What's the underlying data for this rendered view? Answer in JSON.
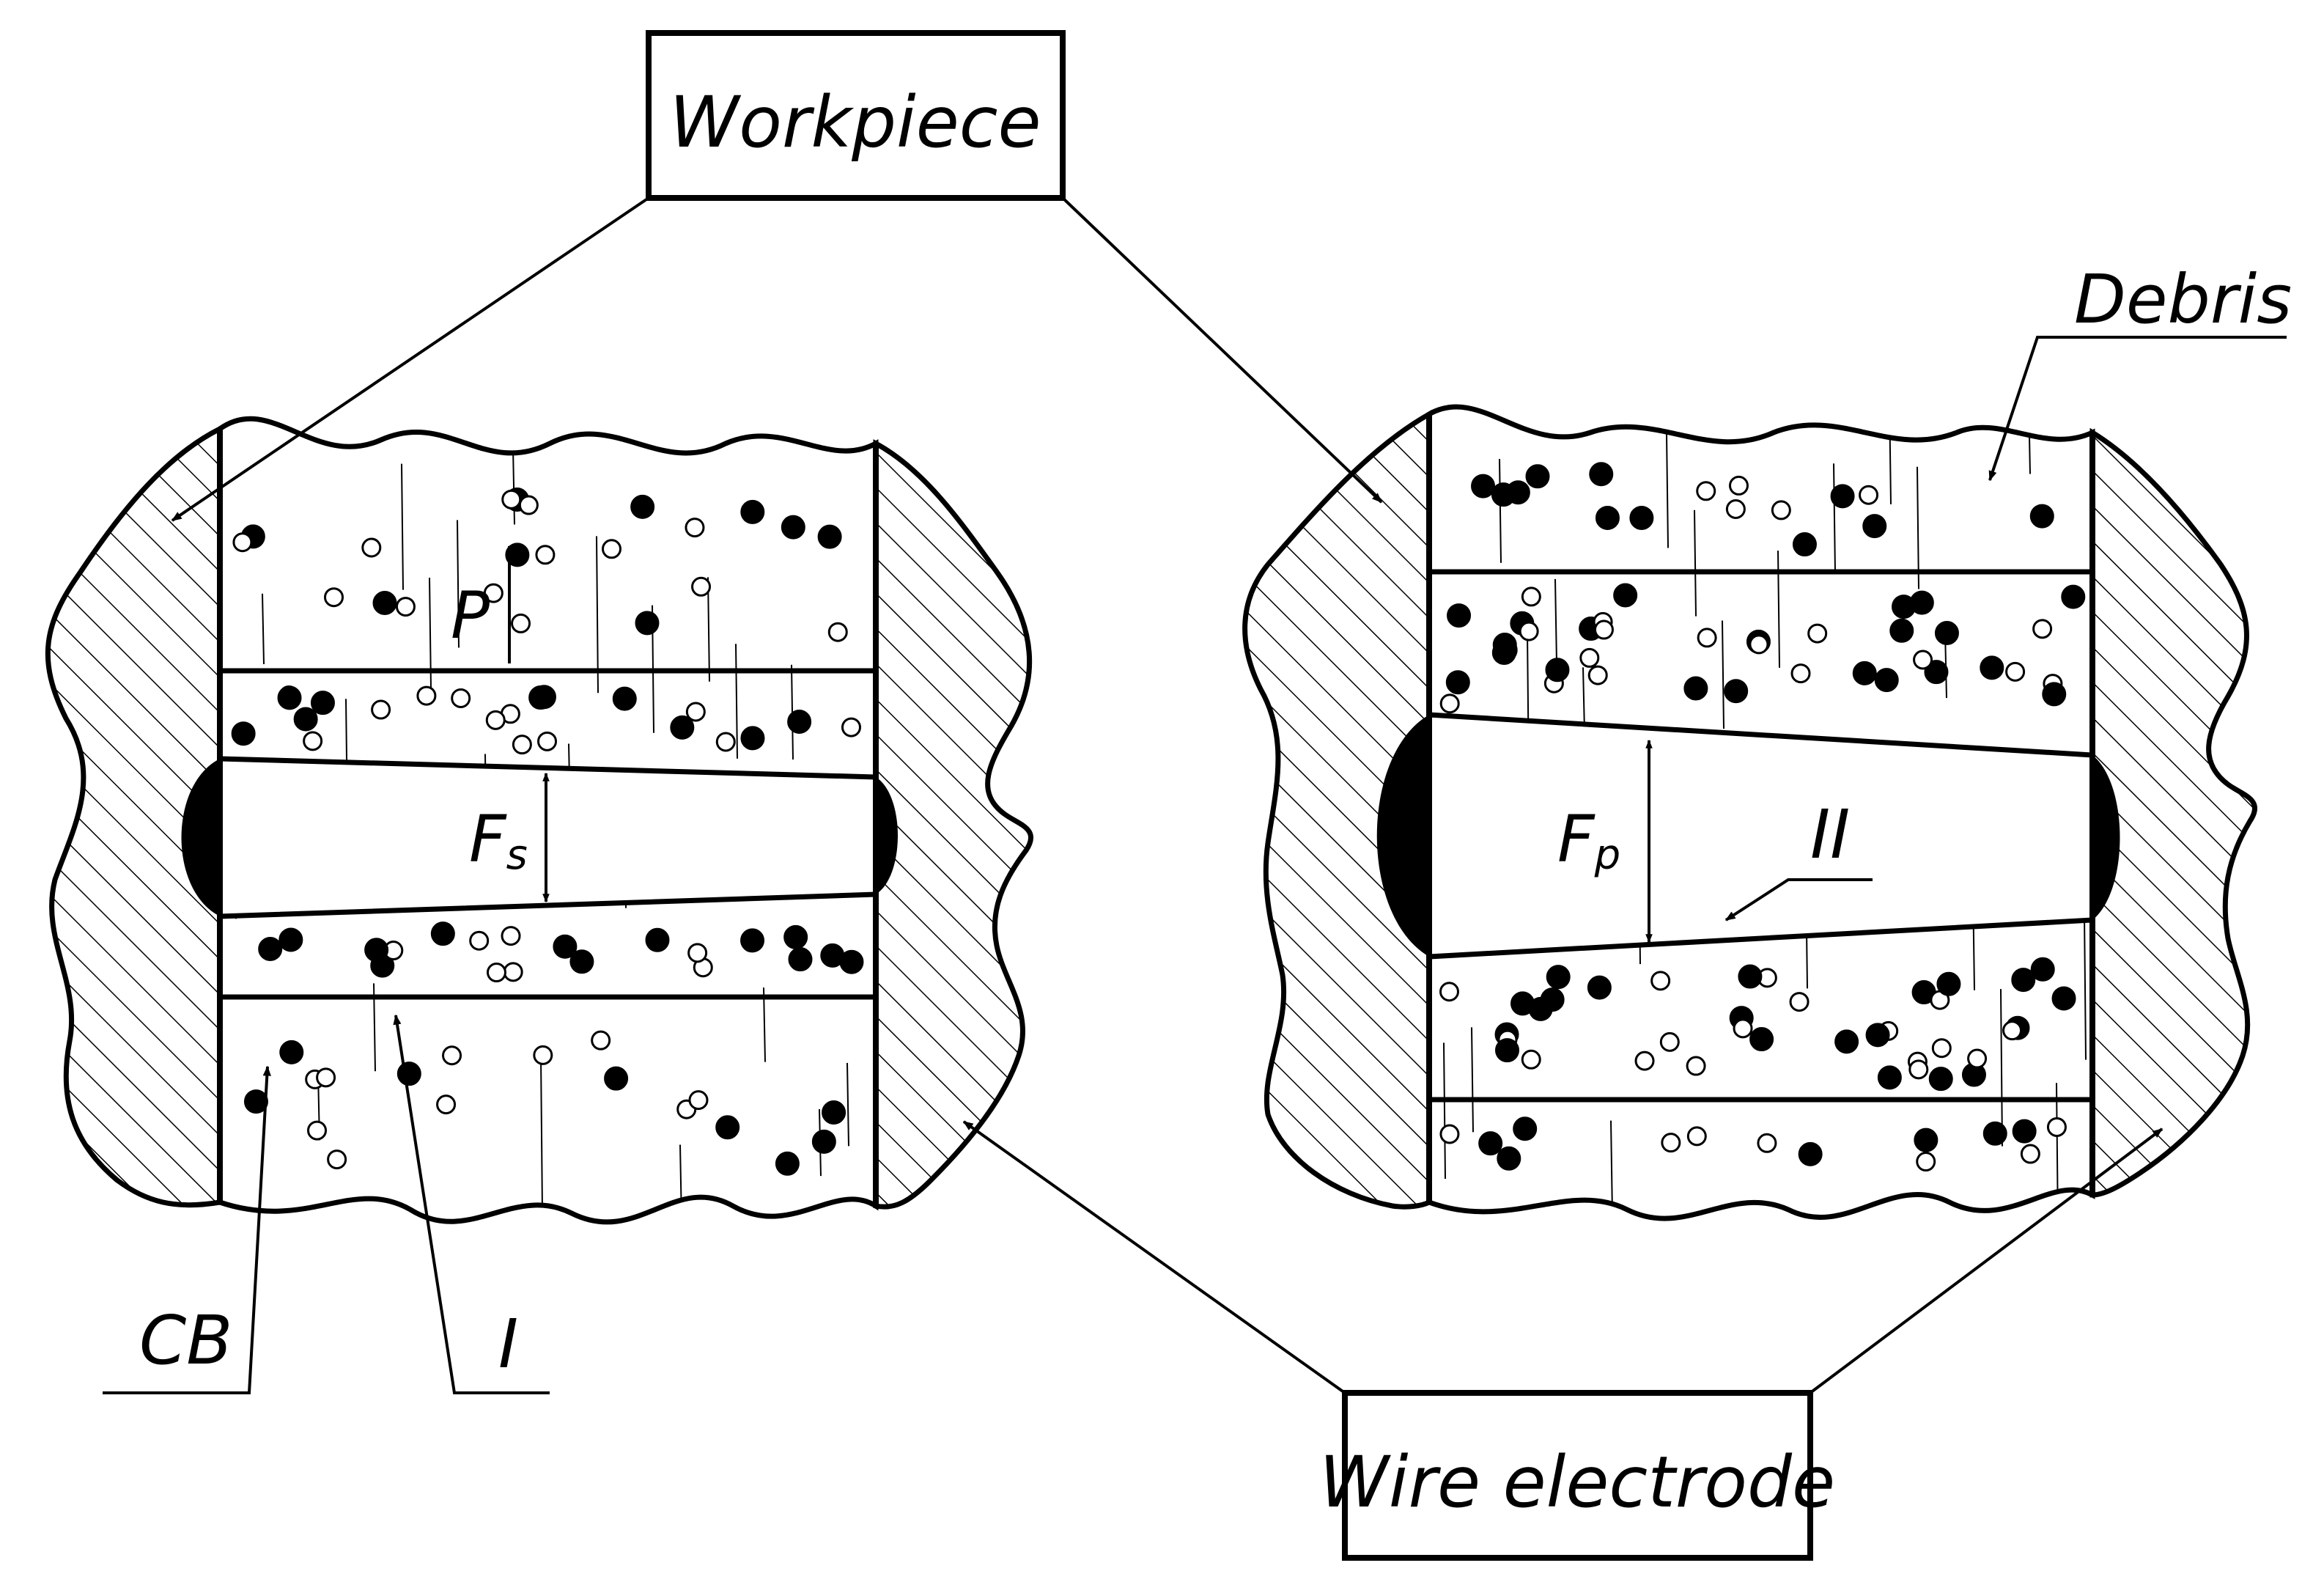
{
  "labels": {
    "workpiece": "Workpiece",
    "wire_electrode": "Wire electrode",
    "debris": "Debris",
    "cb": "CB",
    "i": "I",
    "ii": "II",
    "p": "P",
    "fs_main": "F",
    "fs_sub": "s",
    "fp_main": "F",
    "fp_sub": "p"
  },
  "colors": {
    "stroke": "#000000",
    "background": "#ffffff"
  }
}
